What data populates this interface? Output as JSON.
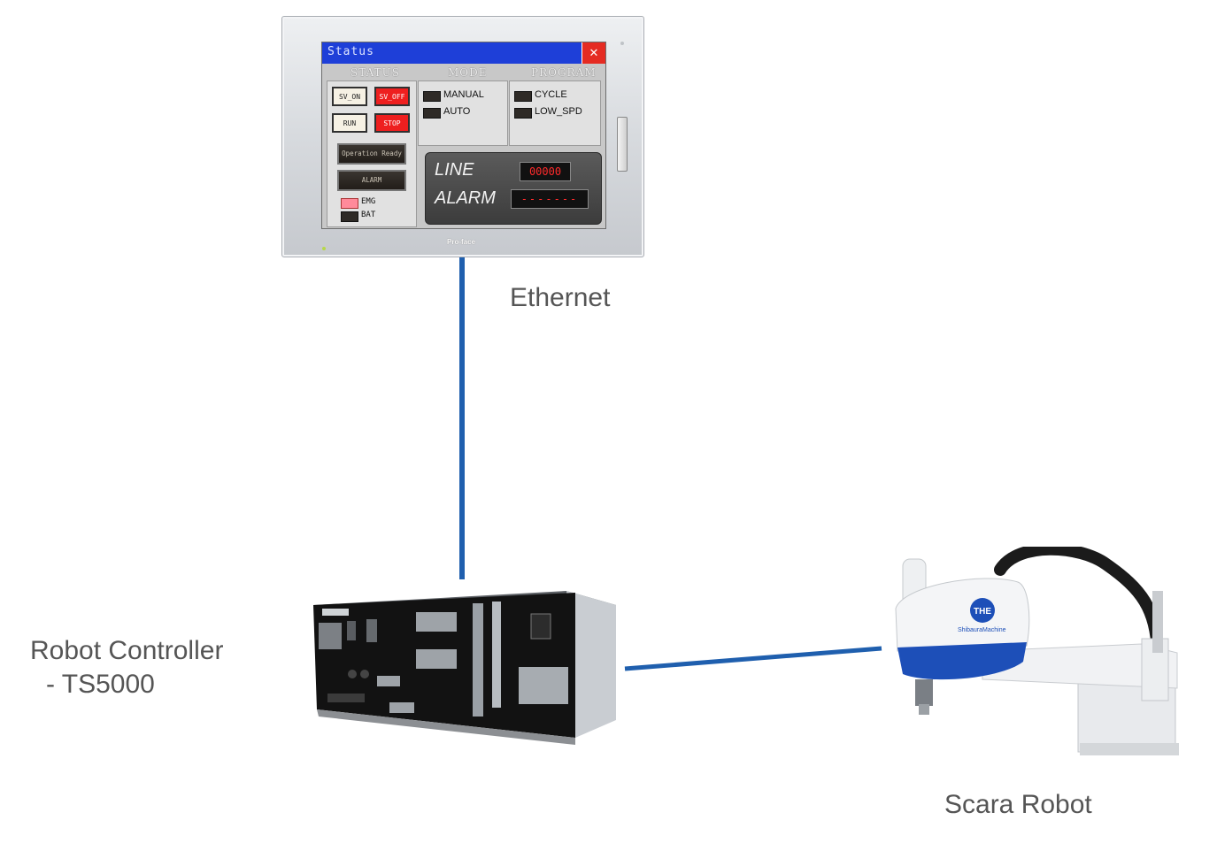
{
  "hmi": {
    "window_title": "Status",
    "close_glyph": "✕",
    "brand": "Pro-face",
    "sections": {
      "status": "STATUS",
      "mode": "MODE",
      "program": "PROGRAM"
    },
    "buttons": {
      "sv_on": "SV_ON",
      "sv_off": "SV_OFF",
      "run": "RUN",
      "stop": "STOP",
      "operation_ready": "Operation Ready",
      "alarm": "ALARM"
    },
    "lamps": {
      "emg": "EMG",
      "bat": "BAT",
      "manual": "MANUAL",
      "auto": "AUTO",
      "cycle": "CYCLE",
      "low_spd": "LOW_SPD"
    },
    "display": {
      "line_label": "LINE",
      "line_value": "00000",
      "alarm_label": "ALARM",
      "alarm_value": "-------"
    }
  },
  "labels": {
    "ethernet": "Ethernet",
    "controller_line1": "Robot Controller",
    "controller_line2": "- TS5000",
    "robot": "Scara Robot"
  },
  "controller_device": {
    "model": "TS5000"
  },
  "robot_device": {
    "logo": "THE",
    "maker": "ShibauraMachine"
  },
  "colors": {
    "wire": "#1f5fae",
    "title_bar": "#1e3fd8",
    "alarm_red": "#ee1f1f",
    "label_gray": "#555555",
    "robot_blue": "#1d4fb8"
  }
}
